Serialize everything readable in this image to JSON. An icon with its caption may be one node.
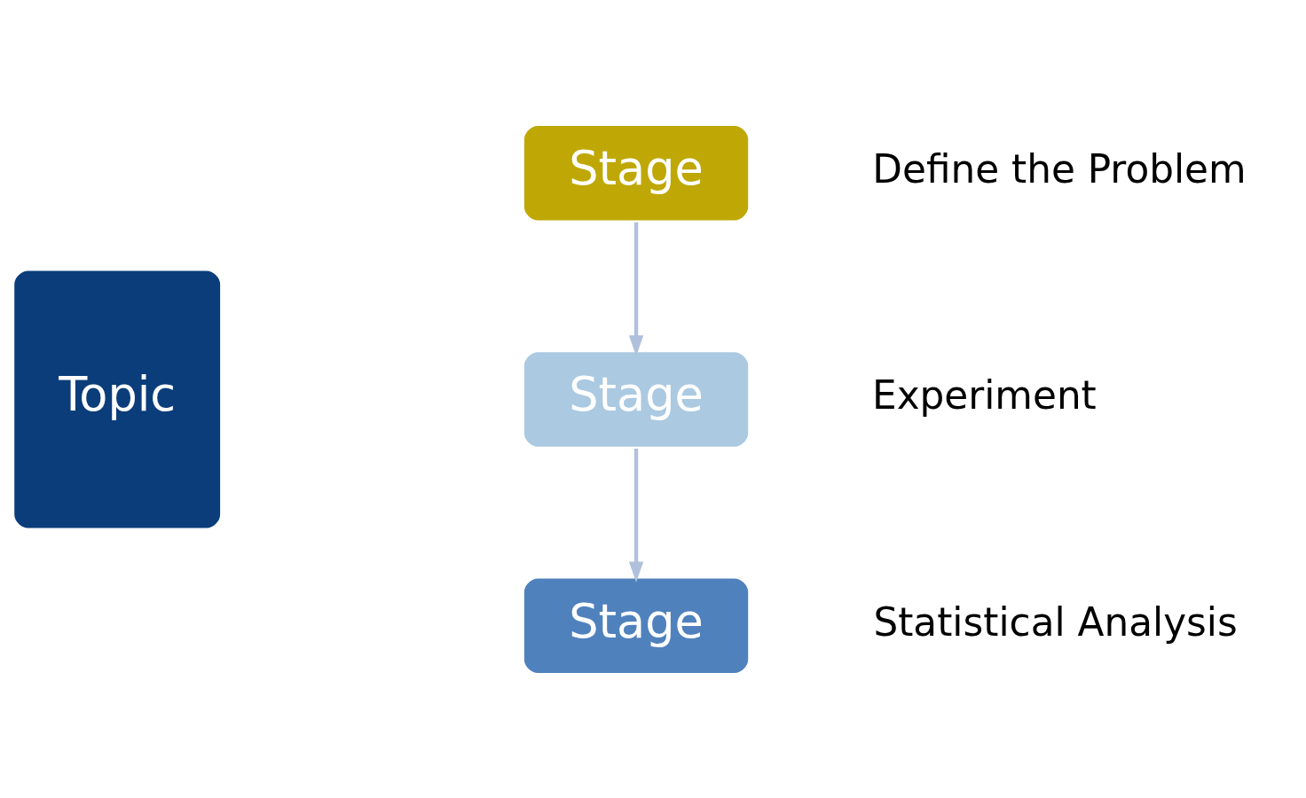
{
  "diagram": {
    "nodes": [
      {
        "text": [
          "Topic"
        ]
      },
      {
        "text": [
          "Stage"
        ],
        "beside": [
          "Define the Problem"
        ]
      },
      {
        "text": [
          "Stage"
        ],
        "beside": [
          "Experiment"
        ]
      },
      {
        "text": [
          "Stage"
        ],
        "beside": [
          "Statistical Analysis"
        ]
      }
    ],
    "edges": [
      {
        "from": 1,
        "to": 2,
        "arrow": "to"
      },
      {
        "from": 2,
        "to": 3,
        "arrow": "to"
      }
    ]
  }
}
